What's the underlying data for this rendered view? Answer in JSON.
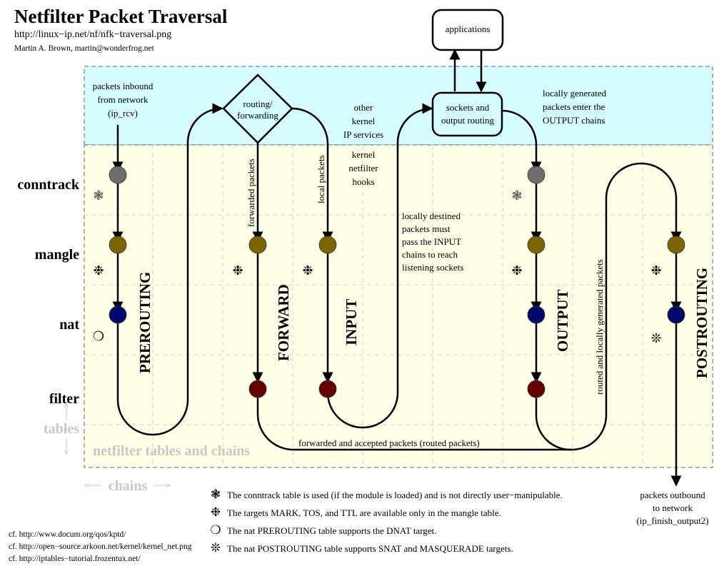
{
  "header": {
    "title": "Netfilter Packet Traversal",
    "url": "http://linux−ip.net/nf/nfk−traversal.png",
    "author": "Martin A. Brown, martin@wonderfrog.net"
  },
  "colors": {
    "kernel_band": "#d5fcff",
    "netfilter_band": "#fffee6",
    "conntrack": "#6e6e6e",
    "mangle": "#7d6400",
    "nat": "#000a6e",
    "filter": "#640000",
    "watermark": "#c8c8c8",
    "grid": "#d2d2d2",
    "border": "#666666"
  },
  "tables": [
    "conntrack",
    "mangle",
    "nat",
    "filter"
  ],
  "axis_labels": {
    "tables": "tables",
    "chains": "chains",
    "watermark": "netfilter tables and chains"
  },
  "chains": [
    {
      "name": "PREROUTING",
      "tables": [
        "conntrack",
        "mangle",
        "nat"
      ]
    },
    {
      "name": "FORWARD",
      "tables": [
        "mangle",
        "filter"
      ]
    },
    {
      "name": "INPUT",
      "tables": [
        "mangle",
        "filter"
      ]
    },
    {
      "name": "OUTPUT",
      "tables": [
        "conntrack",
        "mangle",
        "nat",
        "filter"
      ]
    },
    {
      "name": "POSTROUTING",
      "tables": [
        "mangle",
        "nat"
      ]
    }
  ],
  "nodes": {
    "applications": "applications",
    "sockets": [
      "sockets and",
      "output routing"
    ],
    "routing": [
      "routing/",
      "forwarding"
    ]
  },
  "annotations": {
    "inbound": [
      "packets inbound",
      "from network",
      "(ip_rcv)"
    ],
    "other_kernel": [
      "other",
      "kernel",
      "IP services"
    ],
    "kernel_hooks": [
      "kernel",
      "netfilter",
      "hooks"
    ],
    "locally_generated": [
      "locally generated",
      "packets enter the",
      "OUTPUT chains"
    ],
    "locally_destined": [
      "locally destined",
      "packets must",
      "pass the INPUT",
      "chains to reach",
      "listening sockets"
    ],
    "forwarded_packets": "forwarded packets",
    "local_packets": "local packets",
    "routed_locally": "routed and locally generated packets",
    "forwarded_accepted": "forwarded and accepted packets (routed packets)",
    "outbound": [
      "packets outbound",
      "to network",
      "(ip_finish_output2)"
    ]
  },
  "legend": [
    {
      "symbol": "conntrack-flower",
      "glyph": "❃",
      "text": "The conntrack table is used (if the module is loaded) and is not directly user−manipulable."
    },
    {
      "symbol": "mangle-asterisk",
      "glyph": "❉",
      "text": "The targets MARK, TOS, and TTL are available only in the mangle table."
    },
    {
      "symbol": "dnat-circle",
      "glyph": "❍",
      "text": "The nat PREROUTING table supports the DNAT target."
    },
    {
      "symbol": "snat-asterisk",
      "glyph": "❊",
      "text": "The nat POSTROUTING table supports SNAT and MASQUERADE targets."
    }
  ],
  "references": [
    "cf.  http://www.docum.org/qos/kptd/",
    "cf.  http://open−source.arkoon.net/kernel/kernel_net.png",
    "cf.  http://iptables−tutorial.frozentux.net/"
  ]
}
